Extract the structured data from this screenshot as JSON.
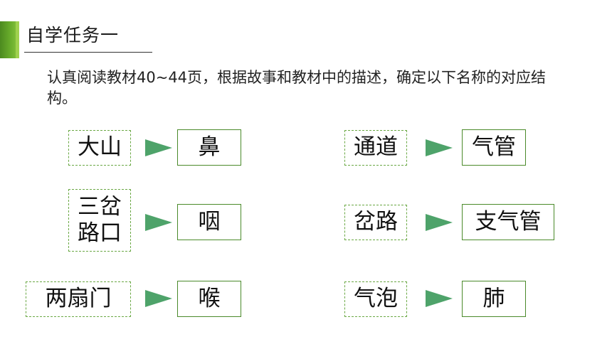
{
  "title": "自学任务一",
  "intro": "认真阅读教材40~44页，根据故事和教材中的描述，确定以下名称的对应结构。",
  "pairs": [
    {
      "term": "大山",
      "answer": "鼻"
    },
    {
      "term": "三岔路口",
      "answer": "咽"
    },
    {
      "term": "两扇门",
      "answer": "喉"
    },
    {
      "term": "通道",
      "answer": "气管"
    },
    {
      "term": "岔路",
      "answer": "支气管"
    },
    {
      "term": "气泡",
      "answer": "肺"
    }
  ],
  "colors": {
    "accent": "#6aae2c",
    "arrow": "#4ea36a",
    "box_border": "#4a8a2a"
  },
  "icons": {
    "arrow": "right-pointer-icon"
  }
}
